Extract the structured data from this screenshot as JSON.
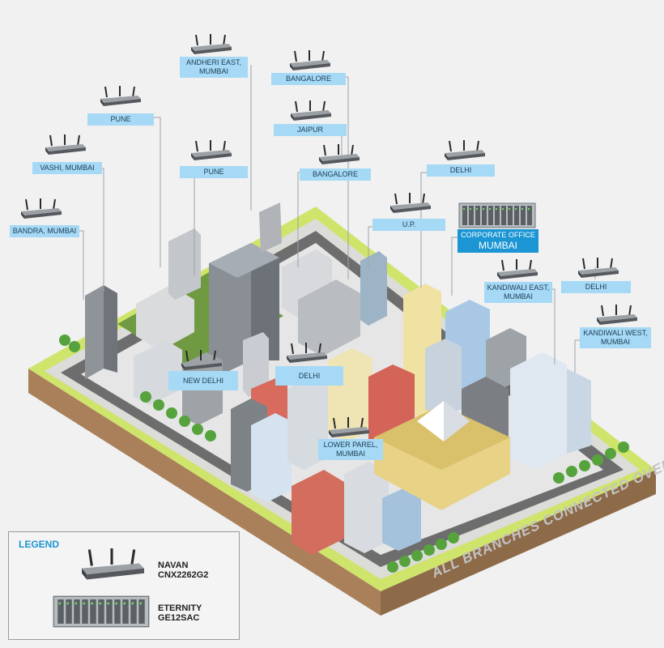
{
  "branches": [
    {
      "text": [
        "ANDHERI EAST,",
        "MUMBAI"
      ]
    },
    {
      "text": [
        "BANGALORE"
      ]
    },
    {
      "text": [
        "PUNE"
      ]
    },
    {
      "text": [
        "JAIPUR"
      ]
    },
    {
      "text": [
        "VASHI, MUMBAI"
      ]
    },
    {
      "text": [
        "PUNE"
      ]
    },
    {
      "text": [
        "BANGALORE"
      ]
    },
    {
      "text": [
        "DELHI"
      ]
    },
    {
      "text": [
        "BANDRA, MUMBAI"
      ]
    },
    {
      "text": [
        "U.P."
      ]
    },
    {
      "text": [
        "KANDIWALI EAST,",
        "MUMBAI"
      ]
    },
    {
      "text": [
        "DELHI"
      ]
    },
    {
      "text": [
        "KANDIWALI WEST,",
        "MUMBAI"
      ]
    },
    {
      "text": [
        "NEW DELHI"
      ]
    },
    {
      "text": [
        "DELHI"
      ]
    },
    {
      "text": [
        "LOWER PAREL,",
        "MUMBAI"
      ]
    }
  ],
  "corporate": {
    "line1": "CORPORATE OFFICE",
    "line2": "MUMBAI"
  },
  "legend": {
    "title": "LEGEND",
    "items": [
      {
        "label": "NAVAN CNX2262G2",
        "icon": "router-icon"
      },
      {
        "label": "ETERNITY GE12SAC",
        "icon": "chassis-icon"
      }
    ]
  },
  "tagline": "ALL BRANCHES CONNECTED OVER IP",
  "colors": {
    "label_bg": "#a6d9f5",
    "corporate_bg": "#1b95d3",
    "legend_title": "#1b95d3",
    "ground": "#cfe46b",
    "soil": "#b8916a"
  }
}
